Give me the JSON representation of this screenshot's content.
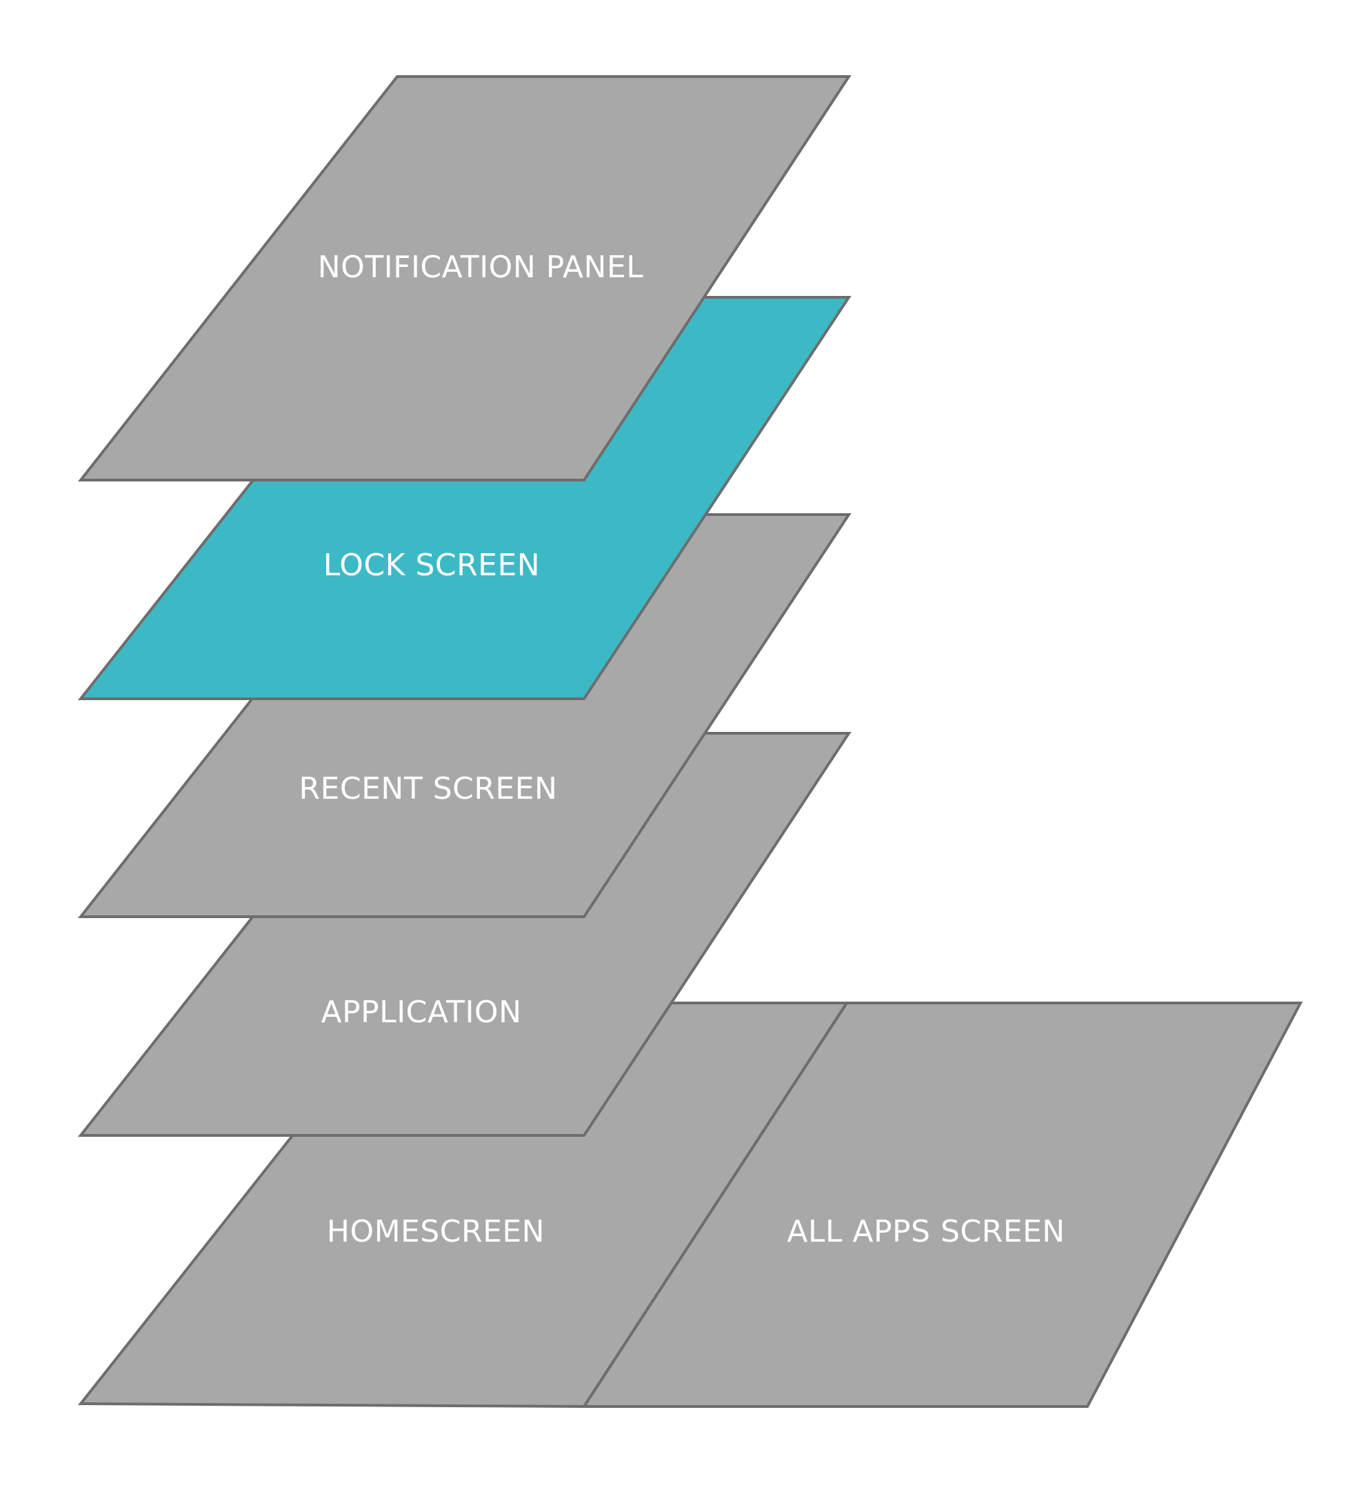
{
  "diagram": {
    "type": "layer-stack",
    "colors": {
      "default_fill": "#a8a8a8",
      "highlight_fill": "#3cb9c5",
      "outline": "#6d6d6d",
      "label": "#ffffff"
    },
    "layers": [
      {
        "id": "homescreen",
        "label": "HOMESCREEN",
        "level": 0,
        "highlighted": false
      },
      {
        "id": "all-apps-screen",
        "label": "ALL APPS SCREEN",
        "level": 0,
        "highlighted": false
      },
      {
        "id": "application",
        "label": "APPLICATION",
        "level": 1,
        "highlighted": false
      },
      {
        "id": "recent-screen",
        "label": "RECENT SCREEN",
        "level": 2,
        "highlighted": false
      },
      {
        "id": "lock-screen",
        "label": "LOCK SCREEN",
        "level": 3,
        "highlighted": true
      },
      {
        "id": "notification-panel",
        "label": "NOTIFICATION PANEL",
        "level": 4,
        "highlighted": false
      }
    ]
  }
}
